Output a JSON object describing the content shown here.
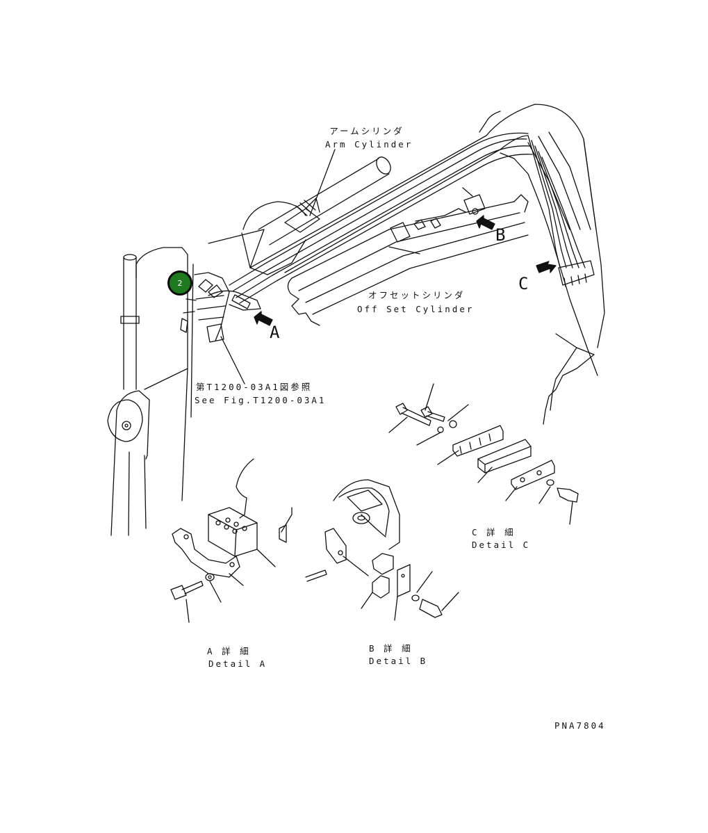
{
  "callouts": {
    "arm_cylinder": {
      "jp": "アームシリンダ",
      "en": "Arm Cylinder"
    },
    "offset_cylinder": {
      "jp": "オフセットシリンダ",
      "en": "Off Set Cylinder"
    },
    "see_fig": {
      "jp": "第T1200-03A1図参照",
      "en": "See Fig.T1200-03A1"
    }
  },
  "view_arrows": {
    "a": "A",
    "b": "B",
    "c": "C"
  },
  "details": {
    "a": {
      "jp": "A 詳 細",
      "en": "Detail A"
    },
    "b": {
      "jp": "B 詳 細",
      "en": "Detail B"
    },
    "c": {
      "jp": "C 詳 細",
      "en": "Detail C"
    }
  },
  "part_badge": {
    "number": "2",
    "color": "#1f7a1f"
  },
  "drawing_number": "PNA7804"
}
